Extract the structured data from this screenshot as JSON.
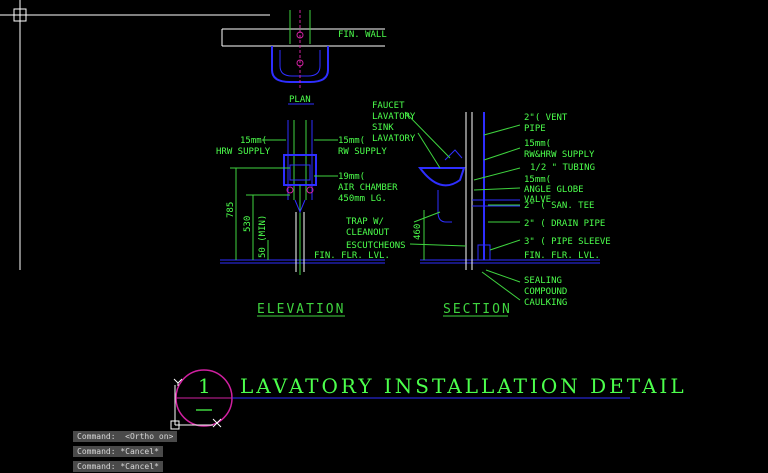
{
  "drawing": {
    "plan_label": "PLAN",
    "fin_wall": "FIN. WALL",
    "elevation_title": "ELEVATION",
    "section_title": "SECTION",
    "detail_number": "1",
    "detail_title": "LAVATORY  INSTALLATION  DETAIL",
    "elevation": {
      "hrw_supply_1": "15mm(",
      "hrw_supply_2": "HRW SUPPLY",
      "rw_supply_1": "15mm(",
      "rw_supply_2": "RW SUPPLY",
      "air_chamber_1": "19mm(",
      "air_chamber_2": "AIR CHAMBER",
      "air_chamber_3": "450mm LG.",
      "dim_785": "785",
      "dim_530": "530",
      "dim_50min": "50 (MIN)",
      "fin_flr": "FIN. FLR. LVL."
    },
    "section": {
      "faucet": "FAUCET",
      "lavatory": "LAVATORY",
      "sink": "SINK",
      "lavatory2": "LAVATORY",
      "trap_1": "TRAP W/",
      "trap_2": "CLEANOUT",
      "escutcheons": "ESCUTCHEONS",
      "dim_460": "460",
      "vent_1": "2\"( VENT",
      "vent_2": "PIPE",
      "rw_hrw_1": "15mm(",
      "rw_hrw_2": "RW&HRW SUPPLY",
      "tubing": "1/2 \" TUBING",
      "angle_1": "15mm(",
      "angle_2": "ANGLE GLOBE",
      "angle_3": "VALVE",
      "san_tee": "2\" ( SAN. TEE",
      "drain": "2\" ( DRAIN PIPE",
      "sleeve": "3\" ( PIPE SLEEVE",
      "fin_flr": "FIN. FLR. LVL.",
      "sealing": "SEALING",
      "compound": "COMPOUND",
      "caulking": "CAULKING"
    }
  },
  "command_history": [
    "Command:  <Ortho on>",
    "Command: *Cancel*",
    "Command: *Cancel*"
  ],
  "colors": {
    "text_green": "#4cff4c",
    "linework_blue": "#2e2eff",
    "accent_magenta": "#d020a0",
    "background": "#000000"
  }
}
